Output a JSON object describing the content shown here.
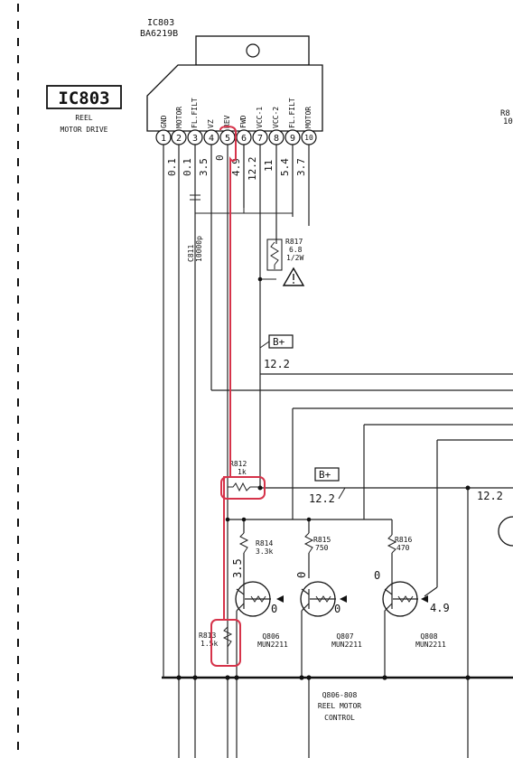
{
  "ic": {
    "ref": "IC803",
    "part": "BA6219B",
    "box_label": "IC803",
    "function": [
      "REEL",
      "MOTOR DRIVE"
    ],
    "pins": [
      {
        "num": "1",
        "name": "GND",
        "voltage": "0.1"
      },
      {
        "num": "2",
        "name": "MOTOR",
        "voltage": "0.1"
      },
      {
        "num": "3",
        "name": "FL.FILT",
        "voltage": "3.5"
      },
      {
        "num": "4",
        "name": "VZ",
        "voltage": ""
      },
      {
        "num": "5",
        "name": "REV",
        "voltage": "0"
      },
      {
        "num": "6",
        "name": "FWD",
        "voltage": "4.9"
      },
      {
        "num": "7",
        "name": "VCC-1",
        "voltage": "12.2"
      },
      {
        "num": "8",
        "name": "VCC-2",
        "voltage": "11"
      },
      {
        "num": "9",
        "name": "FL.FILT",
        "voltage": "5.4"
      },
      {
        "num": "10",
        "name": "MOTOR",
        "voltage": "3.7"
      }
    ]
  },
  "edge_ref": {
    "line1": "R8",
    "line2": "10"
  },
  "components": {
    "c811": {
      "ref": "C811",
      "value": "10000p"
    },
    "r817": {
      "ref": "R817",
      "value": "6.8",
      "rating": "1/2W"
    },
    "r812": {
      "ref": "R812",
      "value": "1k"
    },
    "r813": {
      "ref": "R813",
      "value": "1.5k"
    },
    "r814": {
      "ref": "R814",
      "value": "3.3k"
    },
    "r815": {
      "ref": "R815",
      "value": "750"
    },
    "r816": {
      "ref": "R816",
      "value": "470"
    },
    "q806": {
      "ref": "Q806",
      "part": "MUN2211"
    },
    "q807": {
      "ref": "Q807",
      "part": "MUN2211"
    },
    "q808": {
      "ref": "Q808",
      "part": "MUN2211"
    }
  },
  "supply": {
    "b_plus_label": "B+",
    "b_plus_1_voltage": "12.2",
    "b_plus_2_voltage": "12.2",
    "right_voltage": "12.2"
  },
  "transistor_voltages": {
    "q806_base": "3.5",
    "q806_emitter": "0",
    "q807_base": "0",
    "q807_emitter": "0",
    "q808_base": "0",
    "q808_emitter": "4.9"
  },
  "block_label": [
    "Q806-808",
    "REEL MOTOR",
    "CONTROL"
  ],
  "colors": {
    "line": "#222222",
    "highlight": "#d6334a",
    "background": "#ffffff"
  }
}
